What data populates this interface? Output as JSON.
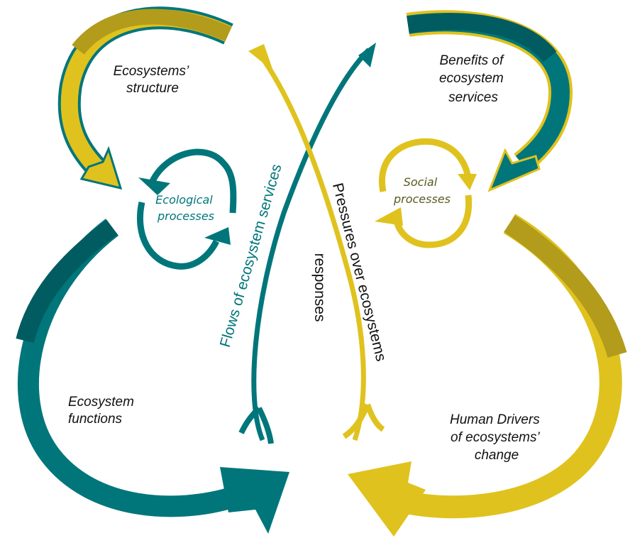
{
  "labels": {
    "structure": [
      "Ecosystems’",
      "structure"
    ],
    "benefits": [
      "Benefits of",
      "ecosystem",
      "services"
    ],
    "ecological": [
      "Ecological",
      "processes"
    ],
    "social": [
      "Social",
      "processes"
    ],
    "functions": [
      "Ecosystem",
      "functions"
    ],
    "drivers": [
      "Human Drivers",
      "of ecosystems’",
      "change"
    ],
    "flows": "Flows of ecosystem services",
    "pressures": "Pressures over ecosystems",
    "responses": "responses"
  },
  "colors": {
    "teal": "#00767B",
    "dark_teal": "#005C60",
    "yellow": "#E0C21E",
    "olive": "#B39B1B",
    "social_text": "#5A5A22"
  }
}
